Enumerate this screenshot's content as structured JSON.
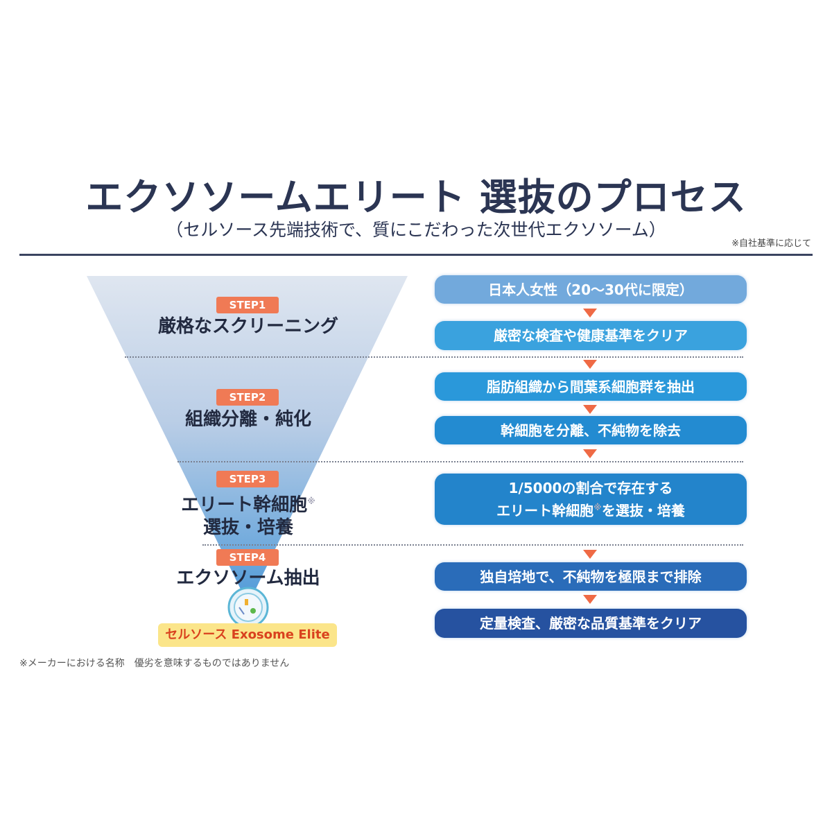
{
  "title": "エクソソームエリート 選抜のプロセス",
  "subtitle": "（セルソース先端技術で、質にこだわった次世代エクソソーム）",
  "note": "※自社基準に応じて",
  "steps": [
    {
      "badge": "STEP1",
      "label": "厳格なスクリーニング"
    },
    {
      "badge": "STEP2",
      "label": "組織分離・純化"
    },
    {
      "badge": "STEP3",
      "label_line1": "エリート幹細胞",
      "mark": "※",
      "label_line2": "選抜・培養"
    },
    {
      "badge": "STEP4",
      "label": "エクソソーム抽出"
    }
  ],
  "boxes": [
    "日本人女性（20〜30代に限定）",
    "厳密な検査や健康基準をクリア",
    "脂肪組織から間葉系細胞群を抽出",
    "幹細胞を分離、不純物を除去",
    {
      "line1": "1/5000の割合で存在する",
      "line2a": "エリート幹細胞",
      "mark": "※",
      "line2b": "を選抜・培養"
    },
    "独自培地で、不純物を極限まで排除",
    "定量検査、厳密な品質基準をクリア"
  ],
  "product": "セルソース Exosome Elite",
  "footnote": "※メーカーにおける名称　優劣を意味するものではありません",
  "colors": {
    "badge": "#f07a55",
    "arrow": "#ef6a45",
    "product_bg": "#fbe58a",
    "product_text": "#d9411e"
  }
}
